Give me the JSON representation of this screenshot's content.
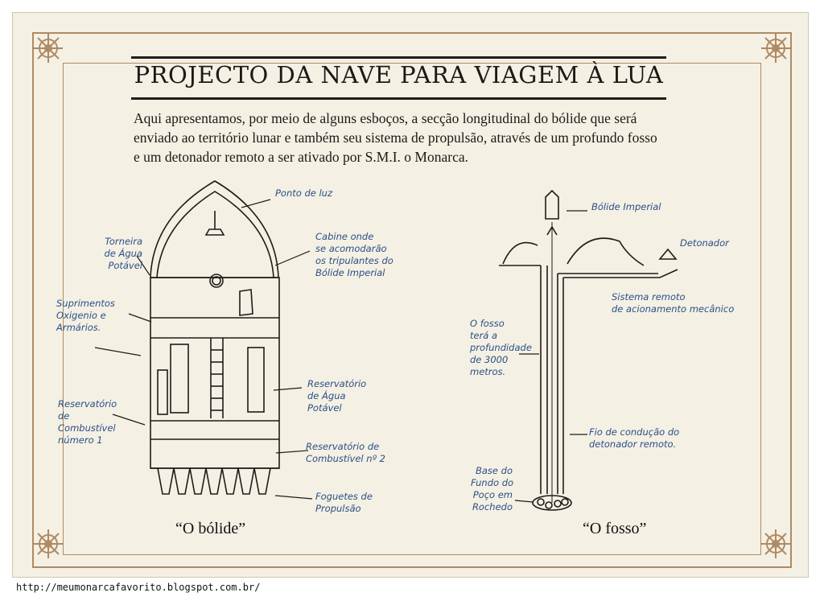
{
  "title": "PROJECTO DA NAVE PARA VIAGEM À LUA",
  "intro": "Aqui apresentamos, por meio de alguns esboços, a secção longitudinal do bólide que será enviado ao território lunar e também seu sistema de propulsão, através de um profundo fosso e um detonador remoto a ser ativado por S.M.I. o Monarca.",
  "captions": {
    "bolide": "“O bólide”",
    "fosso": "“O fosso”"
  },
  "bolide_notes": {
    "ponto_luz": "Ponto de luz",
    "torneira": "Torneira\nde Água\nPotável",
    "cabine": "Cabine onde\nse acomodarão\nos tripulantes do\nBólide Imperial",
    "suprimentos": "Suprimentos\nOxigenio e\nArmários.",
    "reservatorio_agua": "Reservatório\nde Água\nPotável",
    "reservatorio_1": "Reservatório\nde\nCombustível\nnúmero 1",
    "reservatorio_2": "Reservatório de\nCombustível nº 2",
    "foguetes": "Foguetes de\nPropulsão"
  },
  "fosso_notes": {
    "bolide_imperial": "Bólide Imperial",
    "detonador": "Detonador",
    "sistema": "Sistema remoto\nde acionamento mecânico",
    "profundidade": "O fosso\nterá a\nprofundidade\nde 3000\nmetros.",
    "fio": "Fio de condução do\ndetonador remoto.",
    "base": "Base do\nFundo do\nPoço em\nRochedo"
  },
  "footer_url": "http://meumonarcafavorito.blogspot.com.br/",
  "colors": {
    "paper": "#f4f0e4",
    "frame": "#b08a62",
    "ink": "#1c1a16",
    "note_ink": "#2a4f86"
  }
}
